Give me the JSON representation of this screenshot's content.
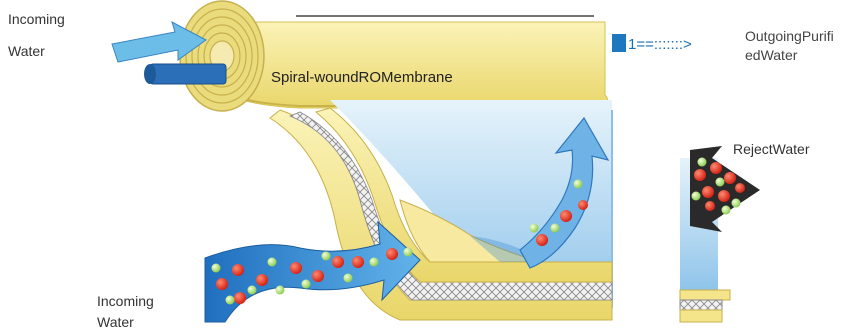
{
  "labels": {
    "incoming_top_line1": "Incoming",
    "incoming_top_line2": "Water",
    "membrane": "Spiral-woundROMembrane",
    "key_text": "1==:::::::>",
    "outgoing_line1": "OutgoingPurifi",
    "outgoing_line2": "edWater",
    "reject": "RejectWater",
    "incoming_bottom_line1": "Incoming",
    "incoming_bottom_line2": "Water"
  },
  "colors": {
    "membrane_yellow": "#f4e48a",
    "membrane_edge": "#d8c45a",
    "water_blue": "#5aa2dd",
    "water_light": "#cfe6f7",
    "arrow_blue": "#2e7fc8",
    "impurity_red": "#e0291b",
    "water_green": "#a5d86a",
    "mesh_gray": "#9a9a9a"
  }
}
